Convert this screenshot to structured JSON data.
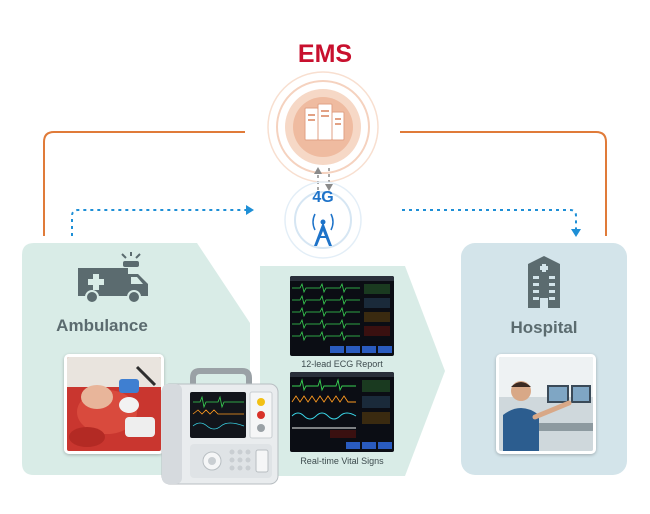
{
  "ems": {
    "title": "EMS",
    "network_label": "4G"
  },
  "ambulance": {
    "label": "Ambulance"
  },
  "hospital": {
    "label": "Hospital"
  },
  "reports": {
    "ecg_caption": "12-lead ECG Report",
    "vitals_caption": "Real-time Vital Signs"
  },
  "colors": {
    "ems_red": "#c8102e",
    "orange_line": "#e07b39",
    "blue_dots": "#1e8fd6",
    "ambulance_panel": "#d9ece7",
    "hospital_panel": "#d3e4ea",
    "server_fill": "#f2c3a8",
    "tower_blue": "#1e73c9"
  }
}
